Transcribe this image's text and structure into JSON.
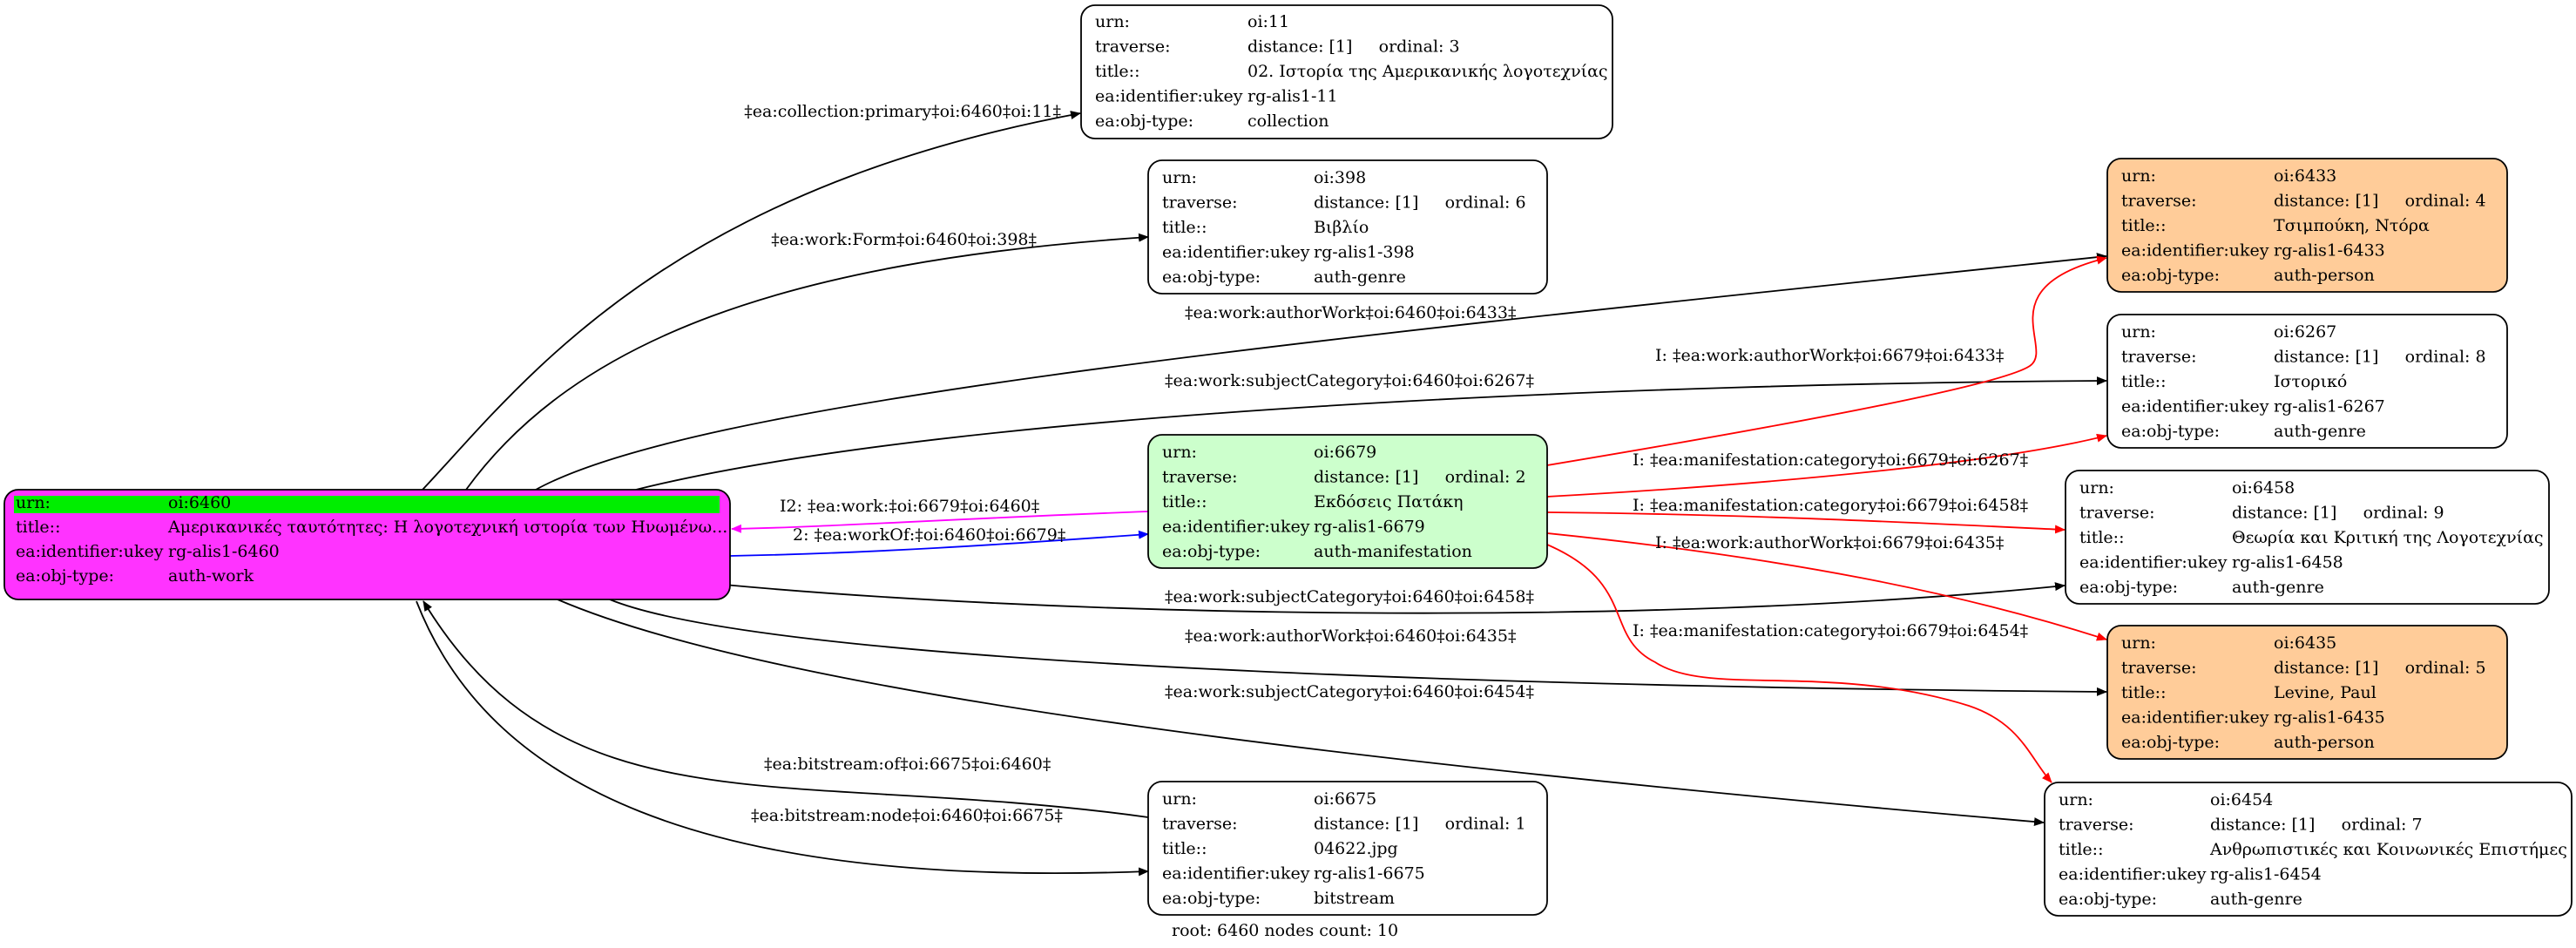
{
  "colors": {
    "root_fill": "#ff33ff",
    "root_urn_highlight": "#00ee00",
    "manifestation_fill": "#ccffcc",
    "person_fill": "#ffcc99",
    "default_fill": "#ffffff",
    "edge_default": "#000000",
    "edge_manifestation": "#ff0000",
    "edge_inbound": "#ff00ff",
    "edge_outbound": "#0000ff"
  },
  "nodes": {
    "n6460": {
      "rows": [
        [
          "urn:",
          "oi:6460"
        ],
        [
          "title::",
          "Αμερικανικές ταυτότητες: Η λογοτεχνική ιστορία των Ηνωμένω..."
        ],
        [
          "ea:identifier:ukey",
          "rg-alis1-6460"
        ],
        [
          "ea:obj-type:",
          "auth-work"
        ]
      ]
    },
    "n11": {
      "rows": [
        [
          "urn:",
          "oi:11"
        ],
        [
          "traverse:",
          "distance: [1]     ordinal: 3"
        ],
        [
          "title::",
          "02. Ιστορία της Αμερικανικής λογοτεχνίας"
        ],
        [
          "ea:identifier:ukey",
          "rg-alis1-11"
        ],
        [
          "ea:obj-type:",
          "collection"
        ]
      ]
    },
    "n398": {
      "rows": [
        [
          "urn:",
          "oi:398"
        ],
        [
          "traverse:",
          "distance: [1]     ordinal: 6"
        ],
        [
          "title::",
          "Βιβλίο"
        ],
        [
          "ea:identifier:ukey",
          "rg-alis1-398"
        ],
        [
          "ea:obj-type:",
          "auth-genre"
        ]
      ]
    },
    "n6679": {
      "rows": [
        [
          "urn:",
          "oi:6679"
        ],
        [
          "traverse:",
          "distance: [1]     ordinal: 2"
        ],
        [
          "title::",
          "Εκδόσεις Πατάκη"
        ],
        [
          "ea:identifier:ukey",
          "rg-alis1-6679"
        ],
        [
          "ea:obj-type:",
          "auth-manifestation"
        ]
      ]
    },
    "n6675": {
      "rows": [
        [
          "urn:",
          "oi:6675"
        ],
        [
          "traverse:",
          "distance: [1]     ordinal: 1"
        ],
        [
          "title::",
          "04622.jpg"
        ],
        [
          "ea:identifier:ukey",
          "rg-alis1-6675"
        ],
        [
          "ea:obj-type:",
          "bitstream"
        ]
      ]
    },
    "n6433": {
      "rows": [
        [
          "urn:",
          "oi:6433"
        ],
        [
          "traverse:",
          "distance: [1]     ordinal: 4"
        ],
        [
          "title::",
          "Τσιμπούκη, Ντόρα"
        ],
        [
          "ea:identifier:ukey",
          "rg-alis1-6433"
        ],
        [
          "ea:obj-type:",
          "auth-person"
        ]
      ]
    },
    "n6267": {
      "rows": [
        [
          "urn:",
          "oi:6267"
        ],
        [
          "traverse:",
          "distance: [1]     ordinal: 8"
        ],
        [
          "title::",
          "Ιστορικό"
        ],
        [
          "ea:identifier:ukey",
          "rg-alis1-6267"
        ],
        [
          "ea:obj-type:",
          "auth-genre"
        ]
      ]
    },
    "n6458": {
      "rows": [
        [
          "urn:",
          "oi:6458"
        ],
        [
          "traverse:",
          "distance: [1]     ordinal: 9"
        ],
        [
          "title::",
          "Θεωρία και Κριτική της Λογοτεχνίας"
        ],
        [
          "ea:identifier:ukey",
          "rg-alis1-6458"
        ],
        [
          "ea:obj-type:",
          "auth-genre"
        ]
      ]
    },
    "n6435": {
      "rows": [
        [
          "urn:",
          "oi:6435"
        ],
        [
          "traverse:",
          "distance: [1]     ordinal: 5"
        ],
        [
          "title::",
          "Levine, Paul"
        ],
        [
          "ea:identifier:ukey",
          "rg-alis1-6435"
        ],
        [
          "ea:obj-type:",
          "auth-person"
        ]
      ]
    },
    "n6454": {
      "rows": [
        [
          "urn:",
          "oi:6454"
        ],
        [
          "traverse:",
          "distance: [1]     ordinal: 7"
        ],
        [
          "title::",
          "Ανθρωπιστικές και Κοινωνικές Επιστήμες"
        ],
        [
          "ea:identifier:ukey",
          "rg-alis1-6454"
        ],
        [
          "ea:obj-type:",
          "auth-genre"
        ]
      ]
    }
  },
  "edges": {
    "e11": "‡ea:collection:primary‡oi:6460‡oi:11‡",
    "e398": "‡ea:work:Form‡oi:6460‡oi:398‡",
    "e6433": "‡ea:work:authorWork‡oi:6460‡oi:6433‡",
    "e6267": "‡ea:work:subjectCategory‡oi:6460‡oi:6267‡",
    "e6679_in": "I2: ‡ea:work:‡oi:6679‡oi:6460‡",
    "e6679_out": "2: ‡ea:workOf:‡oi:6460‡oi:6679‡",
    "e6458": "‡ea:work:subjectCategory‡oi:6460‡oi:6458‡",
    "e6435": "‡ea:work:authorWork‡oi:6460‡oi:6435‡",
    "e6454": "‡ea:work:subjectCategory‡oi:6460‡oi:6454‡",
    "e6675_of": "‡ea:bitstream:of‡oi:6675‡oi:6460‡",
    "e6675_node": "‡ea:bitstream:node‡oi:6460‡oi:6675‡",
    "m6433": "I: ‡ea:work:authorWork‡oi:6679‡oi:6433‡",
    "m6267": "I: ‡ea:manifestation:category‡oi:6679‡oi:6267‡",
    "m6458": "I: ‡ea:manifestation:category‡oi:6679‡oi:6458‡",
    "m6435": "I: ‡ea:work:authorWork‡oi:6679‡oi:6435‡",
    "m6454": "I: ‡ea:manifestation:category‡oi:6679‡oi:6454‡"
  },
  "footer": "root: 6460 nodes count: 10"
}
